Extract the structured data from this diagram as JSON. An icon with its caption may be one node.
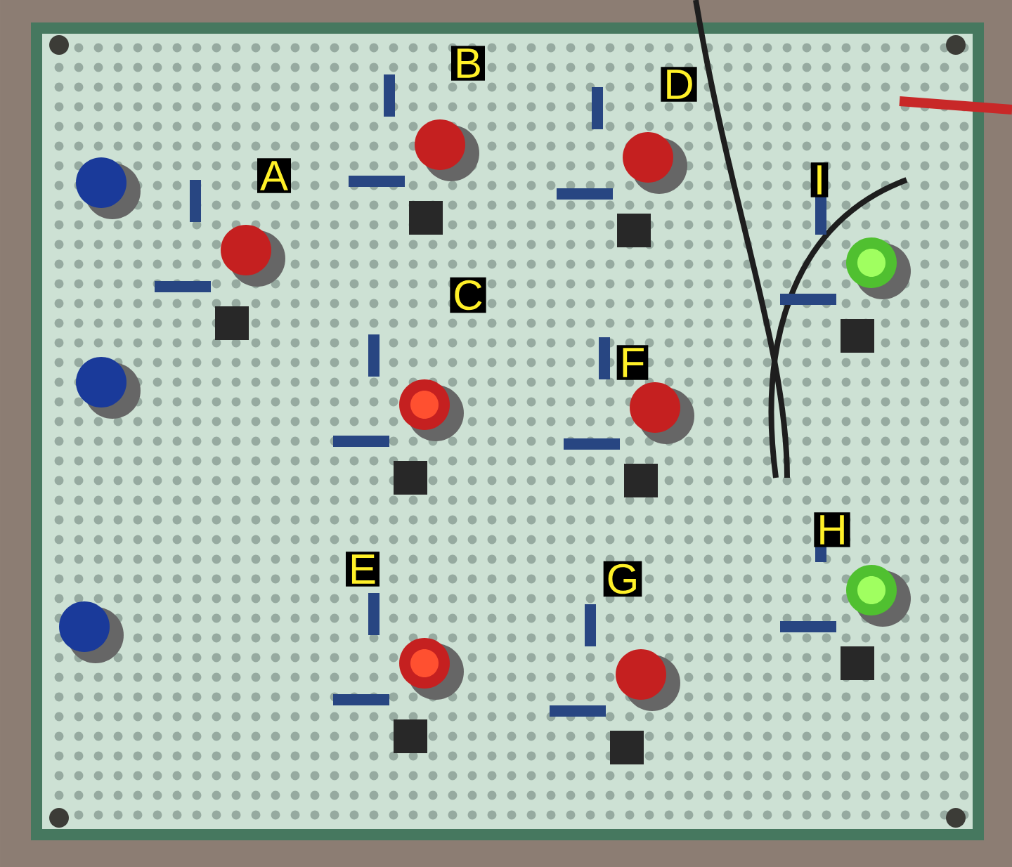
{
  "diagram": {
    "labels": [
      "B",
      "D",
      "A",
      "I",
      "C",
      "F",
      "H",
      "E",
      "G"
    ]
  }
}
